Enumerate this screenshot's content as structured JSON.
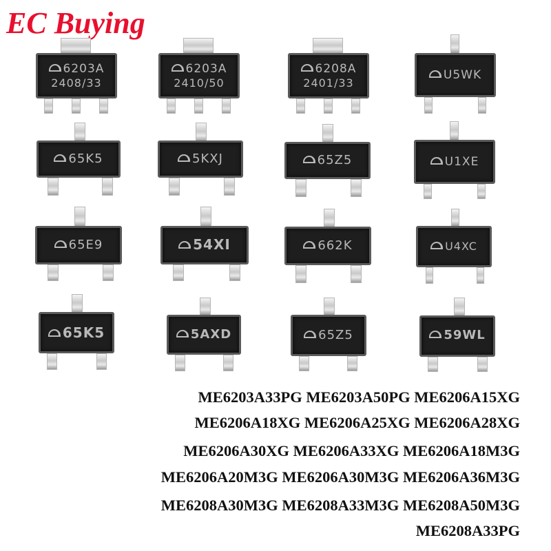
{
  "brand": {
    "text": "EC Buying",
    "color": "#e8102e"
  },
  "chips": [
    {
      "package": "SOT-89",
      "marking": [
        "6203A",
        "2408/33"
      ]
    },
    {
      "package": "SOT-89",
      "marking": [
        "6203A",
        "2410/50"
      ]
    },
    {
      "package": "SOT-89",
      "marking": [
        "6208A",
        "2401/33"
      ]
    },
    {
      "package": "SOT-23",
      "marking": [
        "U5WK"
      ]
    },
    {
      "package": "SOT-23",
      "marking": [
        "65K5"
      ]
    },
    {
      "package": "SOT-23",
      "marking": [
        "5KXJ"
      ]
    },
    {
      "package": "SOT-23",
      "marking": [
        "65Z5"
      ]
    },
    {
      "package": "SOT-23",
      "marking": [
        "U1XE"
      ]
    },
    {
      "package": "SOT-23",
      "marking": [
        "65E9"
      ]
    },
    {
      "package": "SOT-23",
      "marking": [
        "54XI"
      ]
    },
    {
      "package": "SOT-23",
      "marking": [
        "662K"
      ]
    },
    {
      "package": "SOT-23",
      "marking": [
        "U4XC"
      ]
    },
    {
      "package": "SOT-23",
      "marking": [
        "65K5"
      ]
    },
    {
      "package": "SOT-23",
      "marking": [
        "5AXD"
      ]
    },
    {
      "package": "SOT-23",
      "marking": [
        "65Z5"
      ]
    },
    {
      "package": "SOT-23",
      "marking": [
        "59WL"
      ]
    }
  ],
  "part_numbers": {
    "lines": [
      "ME6203A33PG ME6203A50PG ME6206A15XG",
      "ME6206A18XG ME6206A25XG ME6206A28XG",
      "ME6206A30XG ME6206A33XG ME6206A18M3G",
      "ME6206A20M3G ME6206A30M3G ME6206A36M3G",
      "ME6208A30M3G ME6208A33M3G ME6208A50M3G",
      "ME6208A33PG"
    ]
  }
}
